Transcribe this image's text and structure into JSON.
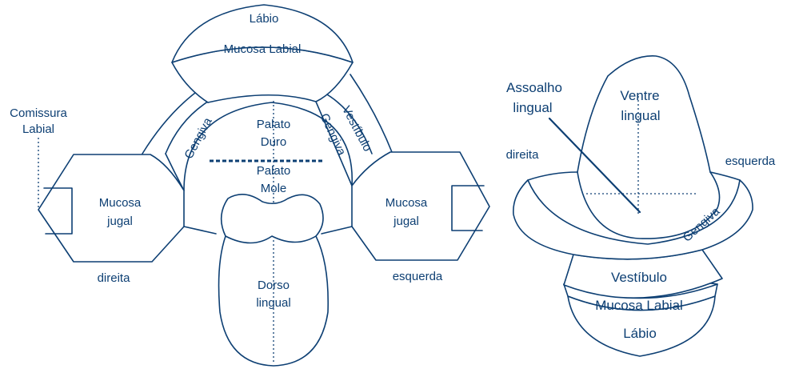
{
  "left_map": {
    "labio": "Lábio",
    "mucosa_labial": "Mucosa Labial",
    "gengiva_left": "Gengiva",
    "gengiva_right": "Gengiva",
    "vestibulo": "Vestíbulo",
    "palato_duro": [
      "Palato",
      "Duro"
    ],
    "palato_mole": [
      "Palato",
      "Mole"
    ],
    "comissura_labial": [
      "Comissura",
      "Labial"
    ],
    "mucosa_jugal_left": [
      "Mucosa",
      "jugal"
    ],
    "mucosa_jugal_right": [
      "Mucosa",
      "jugal"
    ],
    "direita": "direita",
    "esquerda": "esquerda",
    "dorso_lingual": [
      "Dorso",
      "lingual"
    ]
  },
  "right_map": {
    "assoalho_lingual": [
      "Assoalho",
      "lingual"
    ],
    "ventre_lingual": [
      "Ventre",
      "lingual"
    ],
    "direita": "direita",
    "esquerda": "esquerda",
    "gengiva": "Gengiva",
    "vestibulo": "Vestíbulo",
    "mucosa_labial": "Mucosa Labial",
    "labio": "Lábio"
  },
  "colors": {
    "stroke": "#0d3f73",
    "background": "#ffffff"
  }
}
